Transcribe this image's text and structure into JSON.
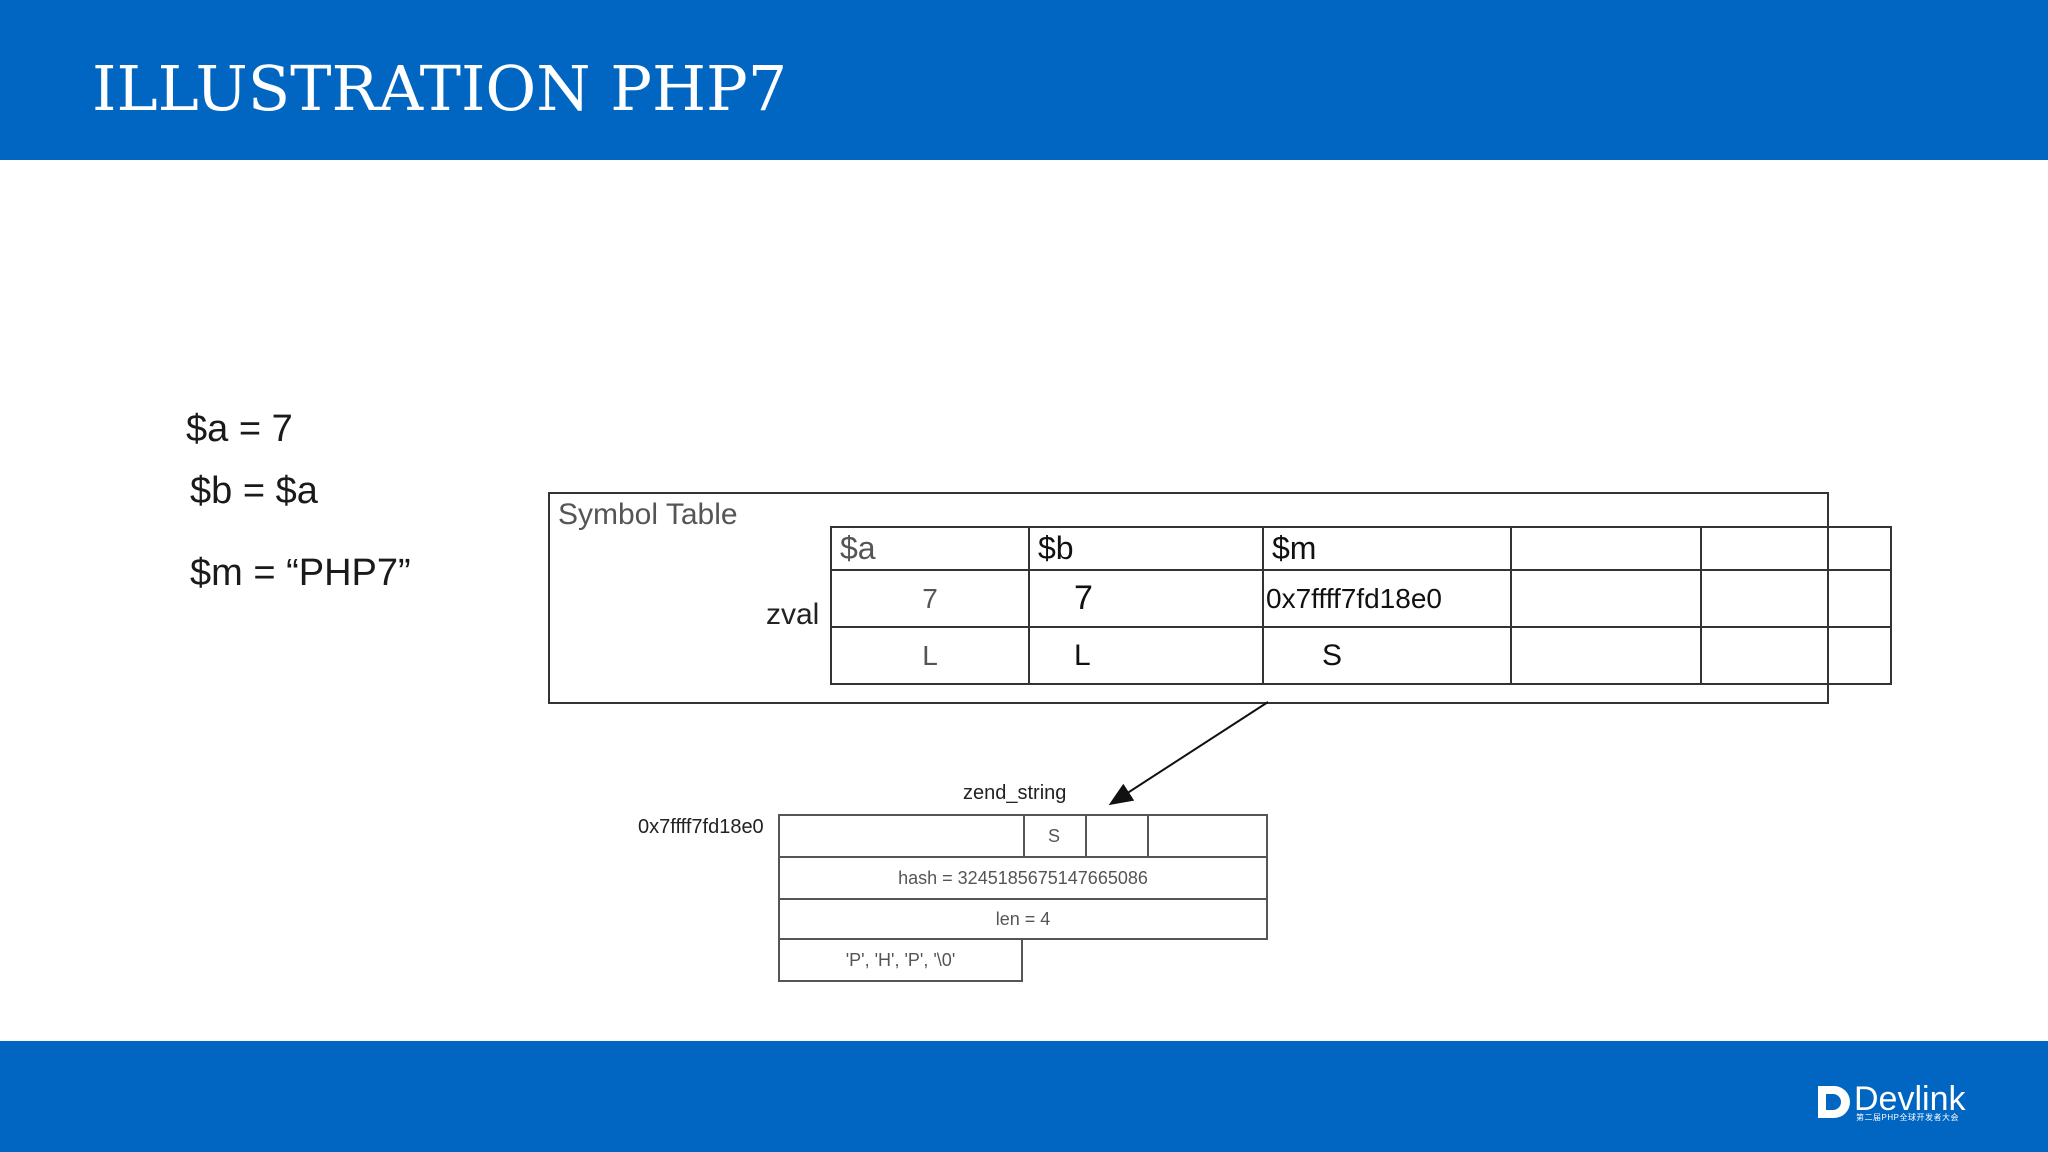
{
  "header": {
    "title": "ILLUSTRATION PHP7"
  },
  "code": {
    "line1": "$a = 7",
    "line2": "$b = $a",
    "line3": "$m = “PHP7”"
  },
  "symbol_table": {
    "label": "Symbol Table",
    "zval_label": "zval",
    "names": [
      "$a",
      "$b",
      "$m",
      "",
      ""
    ],
    "values": [
      "7",
      "7",
      "0x7ffff7fd18e0",
      "",
      ""
    ],
    "types": [
      "L",
      "L",
      "S",
      "",
      ""
    ]
  },
  "zend_string": {
    "label": "zend_string",
    "address": "0x7ffff7fd18e0",
    "flag": "S",
    "hash": "hash = 3245185675147665086",
    "len": "len = 4",
    "val": "'P', 'H', 'P', '\\0'"
  },
  "footer": {
    "brand": "Devlink",
    "subtitle": "第二届PHP全球开发者大会"
  },
  "colors": {
    "header_bg": "#0066c2",
    "footer_bg": "#0066c2"
  }
}
